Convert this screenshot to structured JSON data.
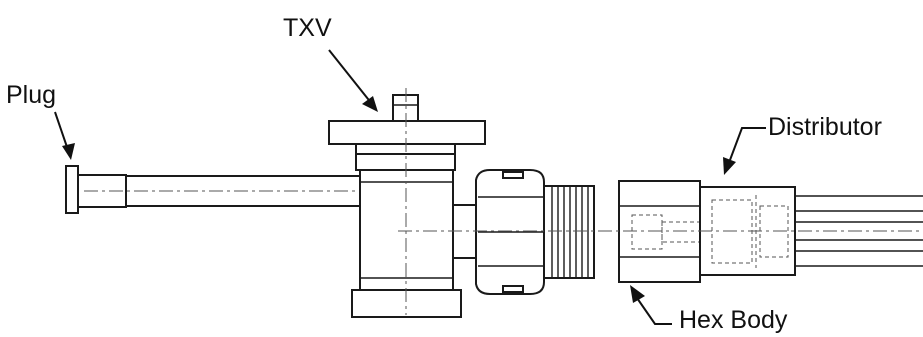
{
  "labels": {
    "txv": "TXV",
    "plug": "Plug",
    "distributor": "Distributor",
    "hex_body": "Hex Body"
  },
  "colors": {
    "line": "#1a1a1a",
    "background": "#ffffff"
  }
}
